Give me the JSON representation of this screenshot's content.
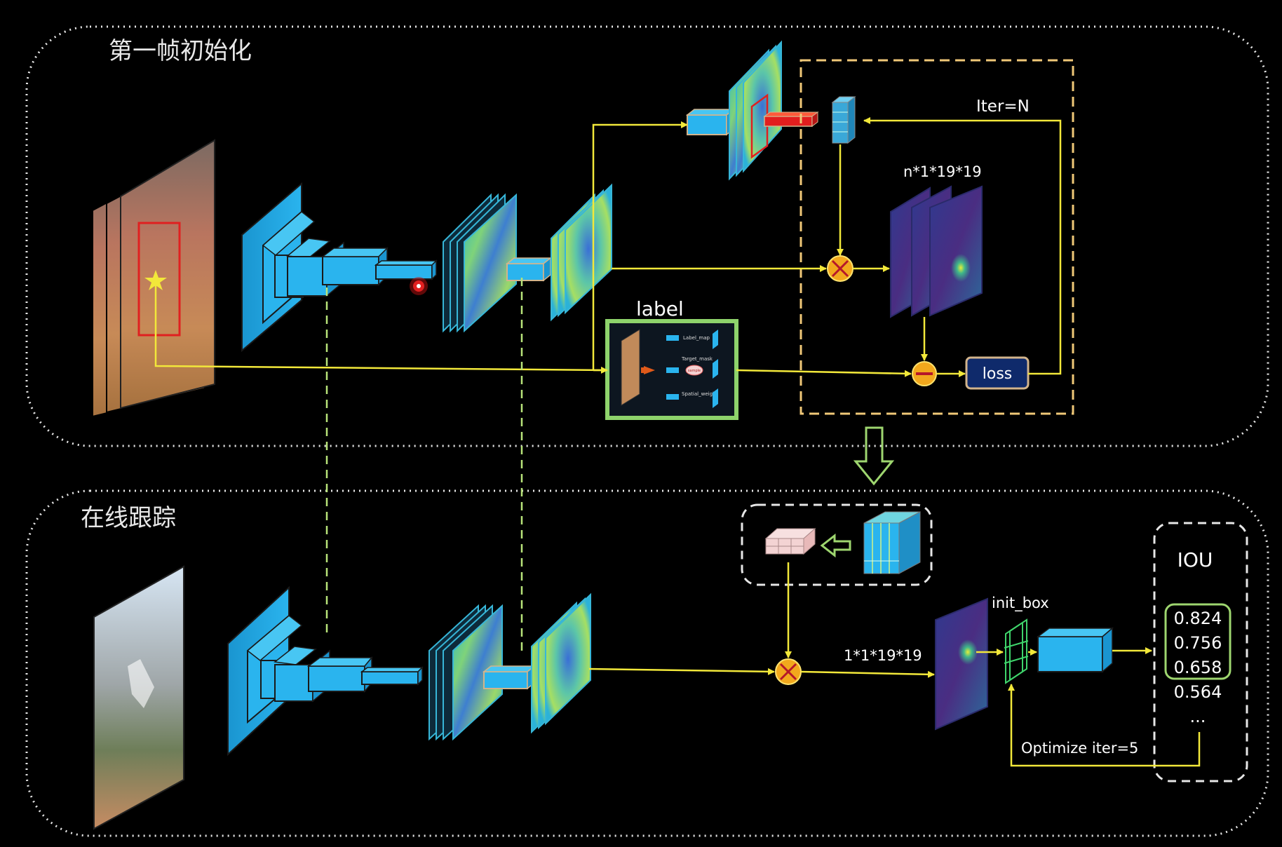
{
  "sections": {
    "init_title": "第一帧初始化",
    "track_title": "在线跟踪"
  },
  "labels": {
    "iter_n": "Iter=N",
    "n_shape": "n*1*19*19",
    "label": "label",
    "loss": "loss",
    "shape_1": "1*1*19*19",
    "init_box": "init_box",
    "optimize": "Optimize iter=5",
    "iou": "IOU"
  },
  "label_inset": {
    "row1": "Label_map",
    "row2": "Target_mask",
    "row3": "Spatial_weight",
    "pill": "sample"
  },
  "iou_scores": [
    "0.824",
    "0.756",
    "0.658",
    "0.564",
    "..."
  ],
  "colors": {
    "background": "#000000",
    "block": "#2ab4ee",
    "block_dark": "#1788c3",
    "arrow": "#f2e83a",
    "dashed_green": "#b8e47a",
    "label_border": "#8ed36b",
    "dashed_box": "#f0c878",
    "loss_fill": "#0f2a6b",
    "iou_highlight": "#9ed66f"
  }
}
